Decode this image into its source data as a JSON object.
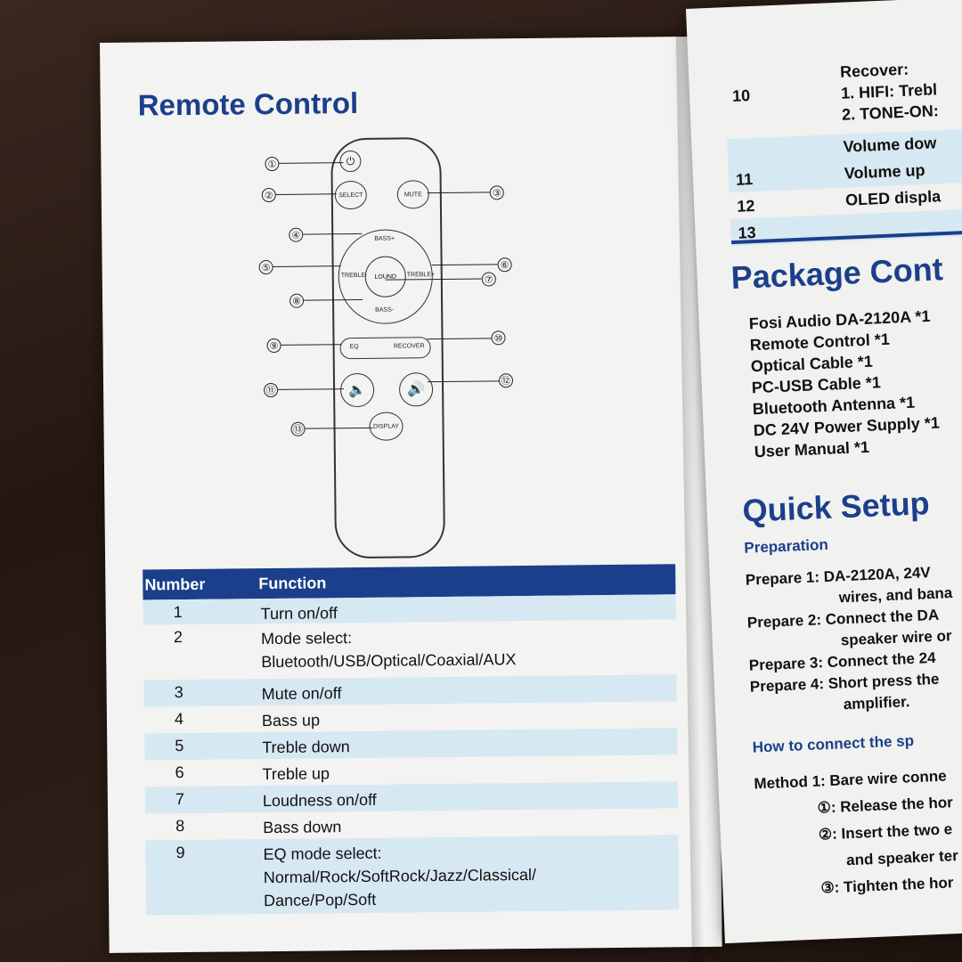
{
  "left_page": {
    "title": "Remote Control",
    "remote_buttons": {
      "power": "⏻",
      "select": "SELECT",
      "mute": "MUTE",
      "bass_up": "BASS+",
      "treble_down": "TREBLE-",
      "loud": "LOUND",
      "treble_up": "TREBLE+",
      "bass_down": "BASS-",
      "eq": "EQ",
      "recover": "RECOVER",
      "display": "DISPLAY"
    },
    "callouts": [
      "①",
      "②",
      "③",
      "④",
      "⑤",
      "⑥",
      "⑦",
      "⑧",
      "⑨",
      "⑩",
      "⑪",
      "⑫",
      "⑬"
    ],
    "table": {
      "headers": [
        "Number",
        "Function"
      ],
      "rows": [
        {
          "num": "1",
          "fn": "Turn on/off"
        },
        {
          "num": "2",
          "fn": "Mode select:",
          "fn2": "Bluetooth/USB/Optical/Coaxial/AUX"
        },
        {
          "num": "3",
          "fn": "Mute on/off"
        },
        {
          "num": "4",
          "fn": "Bass up"
        },
        {
          "num": "5",
          "fn": "Treble down"
        },
        {
          "num": "6",
          "fn": "Treble up"
        },
        {
          "num": "7",
          "fn": "Loudness on/off"
        },
        {
          "num": "8",
          "fn": "Bass down"
        },
        {
          "num": "9",
          "fn": "EQ mode select:",
          "fn2": "Normal/Rock/SoftRock/Jazz/Classical/",
          "fn3": "Dance/Pop/Soft"
        }
      ]
    }
  },
  "right_page": {
    "table_rows": [
      {
        "num": "10",
        "fn": "Recover:",
        "fn2": "1. HIFI: Trebl",
        "fn3": "2. TONE-ON:"
      },
      {
        "num": "",
        "fn": "Volume dow"
      },
      {
        "num": "11",
        "fn": "Volume up"
      },
      {
        "num": "12",
        "fn": "OLED displa"
      },
      {
        "num": "13",
        "fn": ""
      }
    ],
    "package_title": "Package Cont",
    "package_items": [
      "Fosi Audio DA-2120A *1",
      "Remote Control *1",
      "Optical Cable *1",
      "PC-USB Cable *1",
      "Bluetooth Antenna *1",
      "DC 24V Power Supply *1",
      "User Manual *1"
    ],
    "quick_setup_title": "Quick Setup",
    "preparation_heading": "Preparation",
    "prepare_steps": [
      "Prepare 1: DA-2120A, 24V",
      "wires, and bana",
      "Prepare 2: Connect the DA",
      "speaker wire or",
      "Prepare 3: Connect the 24",
      "Prepare 4: Short press the",
      "amplifier."
    ],
    "connect_heading": "How to connect the sp",
    "method_lines": [
      "Method 1: Bare wire conne",
      "①: Release the hor",
      "②: Insert the two e",
      "and speaker ter",
      "③: Tighten the hor"
    ]
  }
}
